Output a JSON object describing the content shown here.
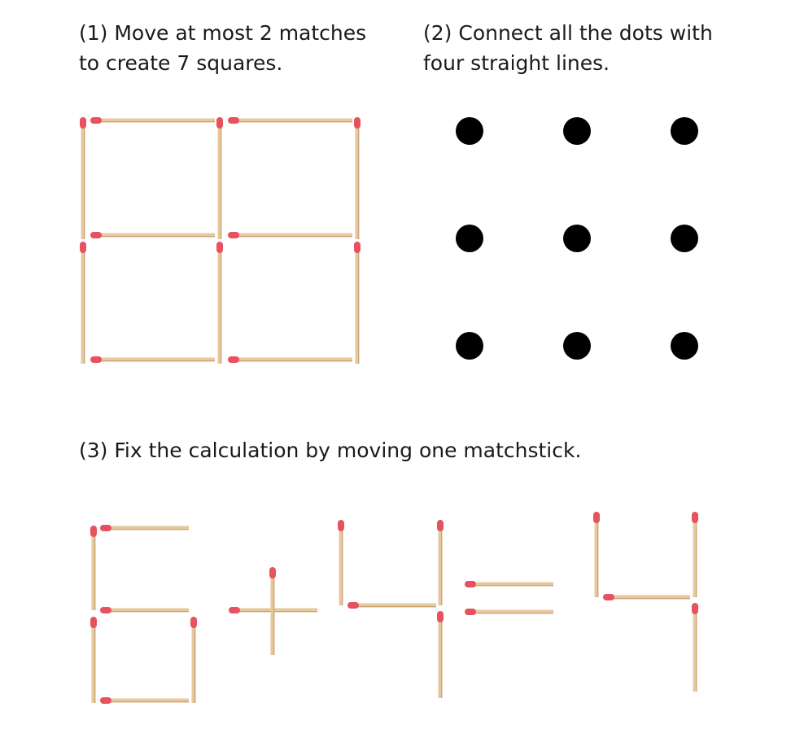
{
  "puzzles": {
    "matchstick_squares": {
      "line1": "(1) Move at most 2 matches",
      "line2": "to create 7 squares."
    },
    "nine_dots": {
      "line1": "(2) Connect all the dots with",
      "line2": "four straight lines."
    },
    "equation": {
      "instruction": "(3) Fix the calculation by moving one matchstick.",
      "equation_text": "6+4=4"
    }
  },
  "colors": {
    "stick_body": "#e7c79c",
    "stick_shadow": "#c9a57a",
    "match_head": "#e8515f",
    "dot": "#000000",
    "text": "#1a1a1a",
    "background": "#ffffff"
  }
}
